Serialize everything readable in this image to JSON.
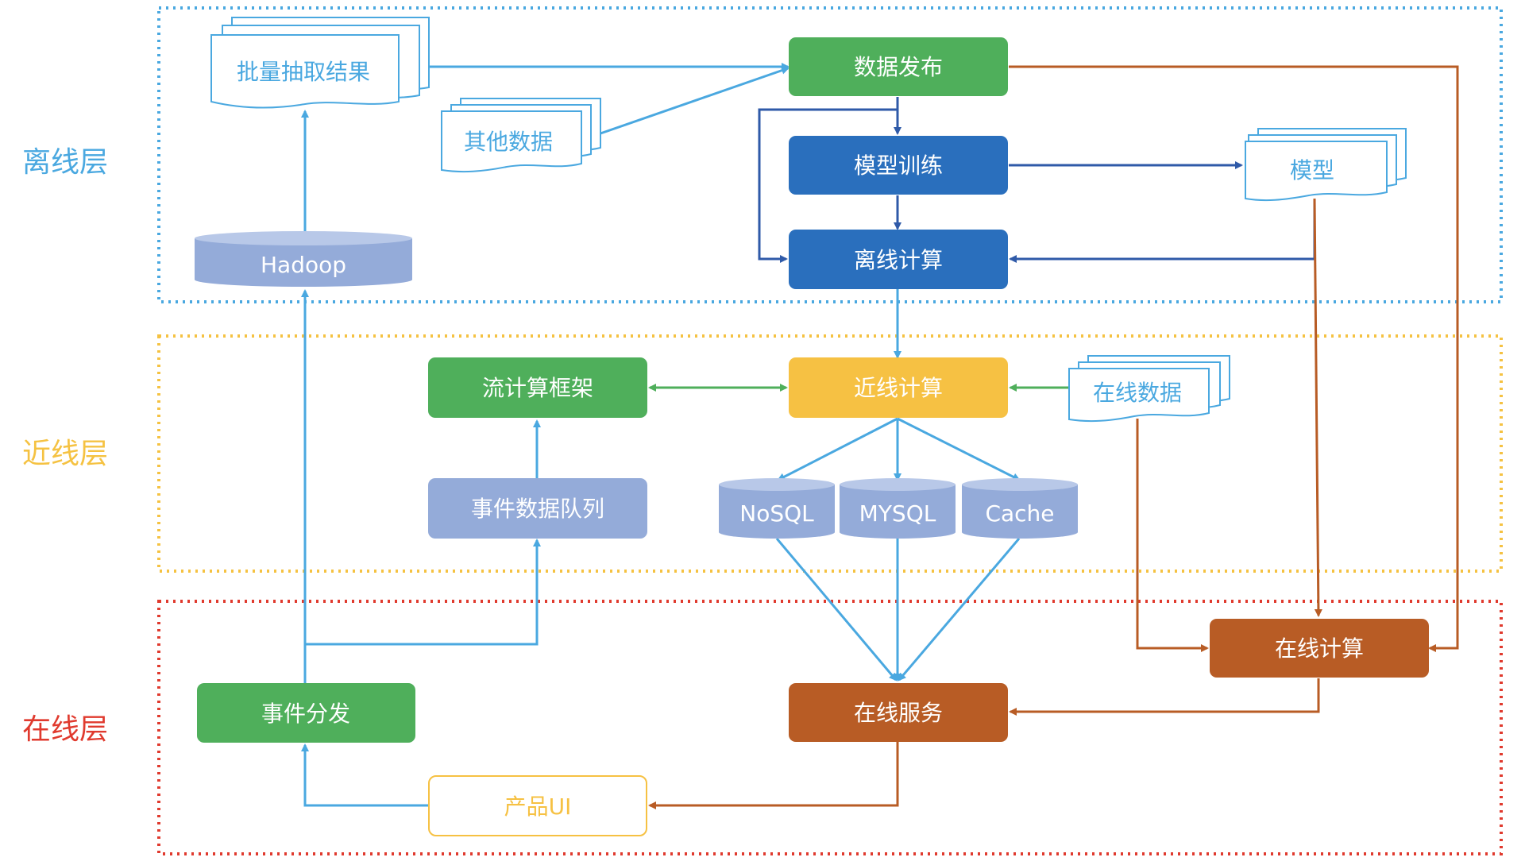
{
  "layers": {
    "offline": {
      "label": "离线层",
      "color": "#4aa8e0"
    },
    "nearline": {
      "label": "近线层",
      "color": "#f5c242"
    },
    "online": {
      "label": "在线层",
      "color": "#e03a2e"
    }
  },
  "colors": {
    "green": "#4faf5b",
    "blue_dark": "#2a6fbd",
    "yellow": "#f6c143",
    "brown": "#b85c25",
    "lavender": "#94abd9",
    "arrow_blue": "#4aa8e0",
    "arrow_navy": "#2f5aa8",
    "arrow_green": "#4faf5b",
    "arrow_brown": "#b85c25"
  },
  "nodes": {
    "batch_results": "批量抽取结果",
    "other_data": "其他数据",
    "hadoop": "Hadoop",
    "data_publish": "数据发布",
    "model_training": "模型训练",
    "offline_compute": "离线计算",
    "model": "模型",
    "stream_framework": "流计算框架",
    "nearline_compute": "近线计算",
    "online_data": "在线数据",
    "event_queue": "事件数据队列",
    "nosql": "NoSQL",
    "mysql": "MYSQL",
    "cache": "Cache",
    "online_compute": "在线计算",
    "event_dispatch": "事件分发",
    "online_service": "在线服务",
    "product_ui": "产品UI"
  }
}
